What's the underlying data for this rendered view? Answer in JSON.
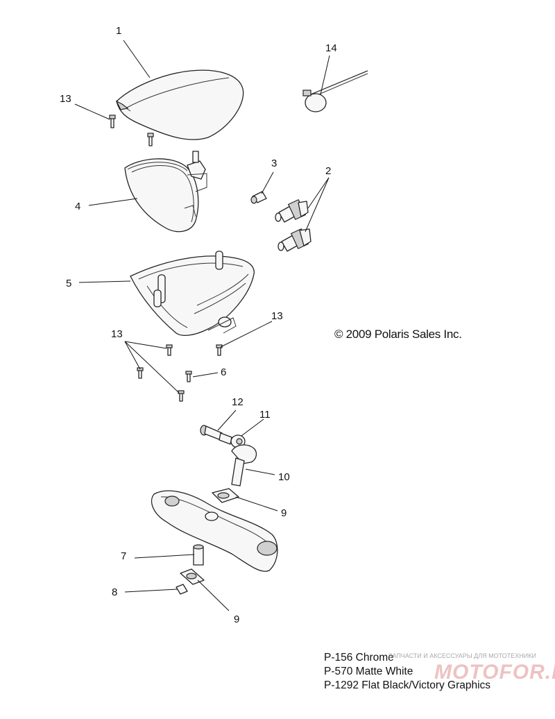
{
  "callouts": {
    "c1": "1",
    "c2": "2",
    "c3": "3",
    "c4": "4",
    "c5": "5",
    "c6": "6",
    "c7": "7",
    "c8": "8",
    "c9a": "9",
    "c9b": "9",
    "c10": "10",
    "c11": "11",
    "c12": "12",
    "c13a": "13",
    "c13b": "13",
    "c13c": "13",
    "c14": "14"
  },
  "copyright": "© 2009 Polaris Sales Inc.",
  "finishes": [
    "P-156  Chrome",
    "P-570  Matte White",
    "P-1292 Flat Black/Victory Graphics"
  ],
  "watermark": {
    "text": "ЗАПЧАСТИ И АКСЕССУАРЫ ДЛЯ МОТОТЕХНИКИ",
    "logo": "MOTOFOR.RU"
  }
}
